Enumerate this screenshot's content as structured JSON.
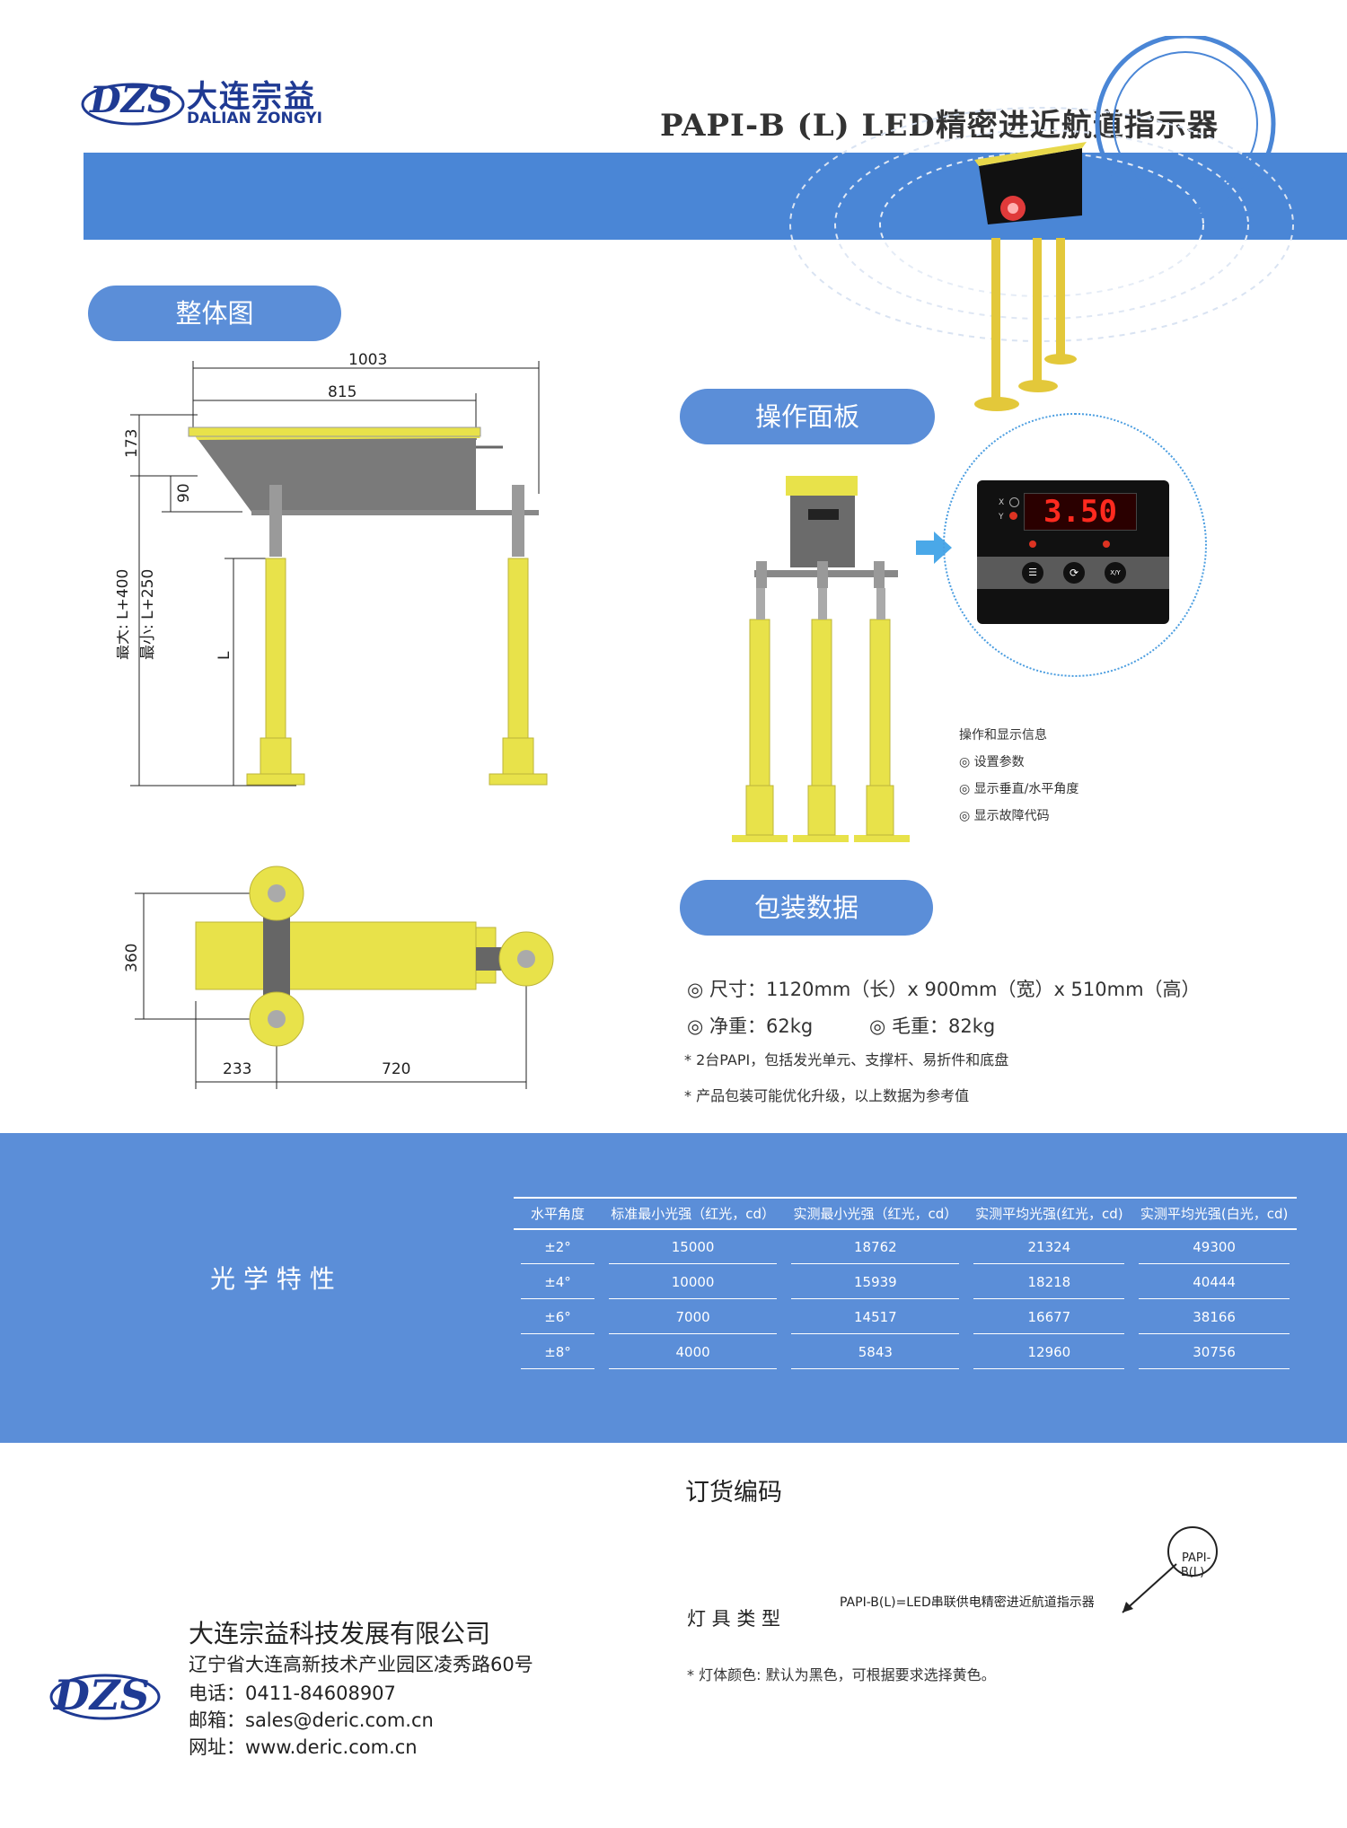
{
  "header": {
    "logo_mark": "DZS",
    "logo_cn": "大连宗益",
    "logo_en": "DALIAN ZONGYI",
    "title": "PAPI-B (L) LED精密进近航道指示器"
  },
  "sections": {
    "overall": "整体图",
    "panel": "操作面板",
    "packing": "包装数据"
  },
  "drawing": {
    "dim_1003": "1003",
    "dim_815": "815",
    "dim_173": "173",
    "dim_90": "90",
    "dim_max": "最大: L+400",
    "dim_min": "最小: L+250",
    "dim_L": "L",
    "dim_360": "360",
    "dim_233": "233",
    "dim_720": "720"
  },
  "panel": {
    "display_value": "3.50",
    "label_x": "X",
    "label_y": "Y",
    "key_2": "X/Y",
    "info_title": "操作和显示信息",
    "info_items": [
      "◎ 设置参数",
      "◎ 显示垂直/水平角度",
      "◎ 显示故障代码"
    ]
  },
  "packing": {
    "size": "◎ 尺寸：1120mm（长）x 900mm（宽）x 510mm（高）",
    "net": "◎ 净重：62kg",
    "gross": "◎ 毛重：82kg",
    "note1": "* 2台PAPI，包括发光单元、支撑杆、易折件和底盘",
    "note2": "* 产品包装可能优化升级，以上数据为参考值"
  },
  "optical": {
    "label": "光 学 特 性",
    "headers": [
      "水平角度",
      "标准最小光强（红光，cd）",
      "实测最小光强（红光，cd）",
      "实测平均光强(红光，cd)",
      "实测平均光强(白光，cd)"
    ],
    "rows": [
      [
        "±2°",
        "15000",
        "18762",
        "21324",
        "49300"
      ],
      [
        "±4°",
        "10000",
        "15939",
        "18218",
        "40444"
      ],
      [
        "±6°",
        "7000",
        "14517",
        "16677",
        "38166"
      ],
      [
        "±8°",
        "4000",
        "5843",
        "12960",
        "30756"
      ]
    ]
  },
  "order": {
    "title": "订货编码",
    "code_circle": "PAPI-\nB(L)",
    "code_desc": "PAPI-B(L)=LED串联供电精密进近航道指示器",
    "lamp_type": "灯 具 类 型",
    "color_note": "* 灯体颜色: 默认为黑色，可根据要求选择黄色。"
  },
  "company": {
    "name": "大连宗益科技发展有限公司",
    "address": "辽宁省大连高新技术产业园区凌秀路60号",
    "phone": "电话：0411-84608907",
    "email": "邮箱：sales@deric.com.cn",
    "web": "网址：www.deric.com.cn"
  },
  "colors": {
    "blue": "#4a86d6",
    "light_blue": "#5b8ed8",
    "yellow": "#e8e24a",
    "navy": "#1f3a93"
  }
}
